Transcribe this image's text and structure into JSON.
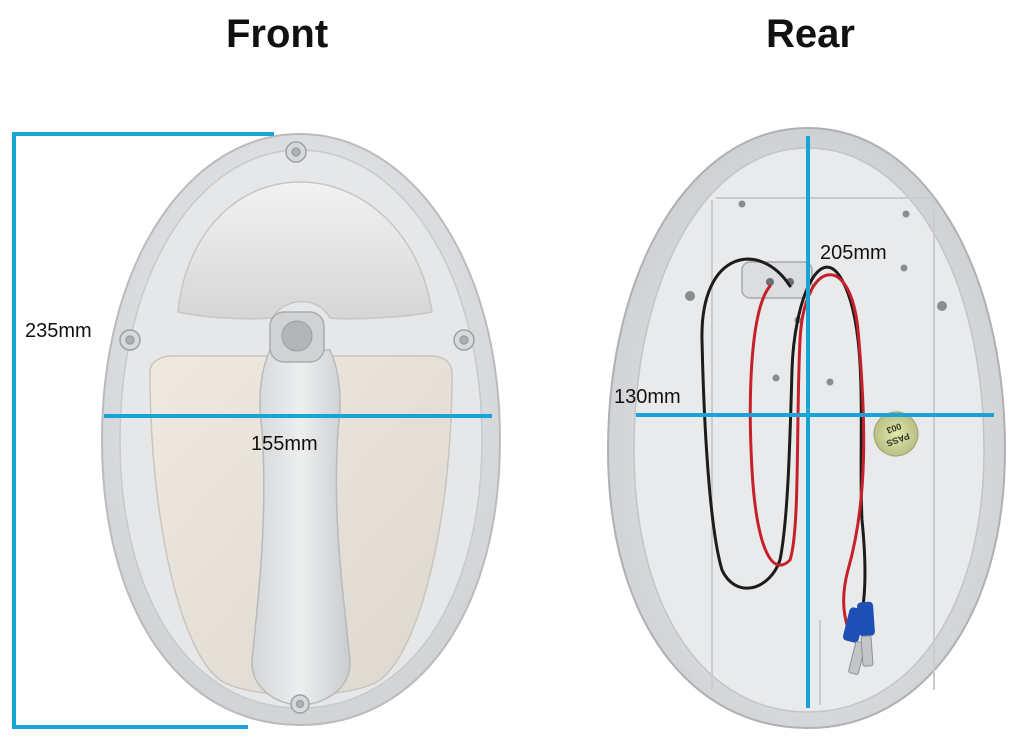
{
  "headings": {
    "front": "Front",
    "rear": "Rear"
  },
  "front_dimensions": {
    "height": "235mm",
    "width": "155mm"
  },
  "rear_dimensions": {
    "height": "205mm",
    "width": "130mm"
  },
  "rear_badge": {
    "line1": "PASS",
    "line2": "003"
  },
  "colors": {
    "dimension_line": "#1aa3d6",
    "housing": "#e4e5e6",
    "lens": "#d9dadb",
    "wire_red": "#c8202a",
    "wire_black": "#1c1c1c",
    "connector_blue": "#1e4fb5"
  }
}
